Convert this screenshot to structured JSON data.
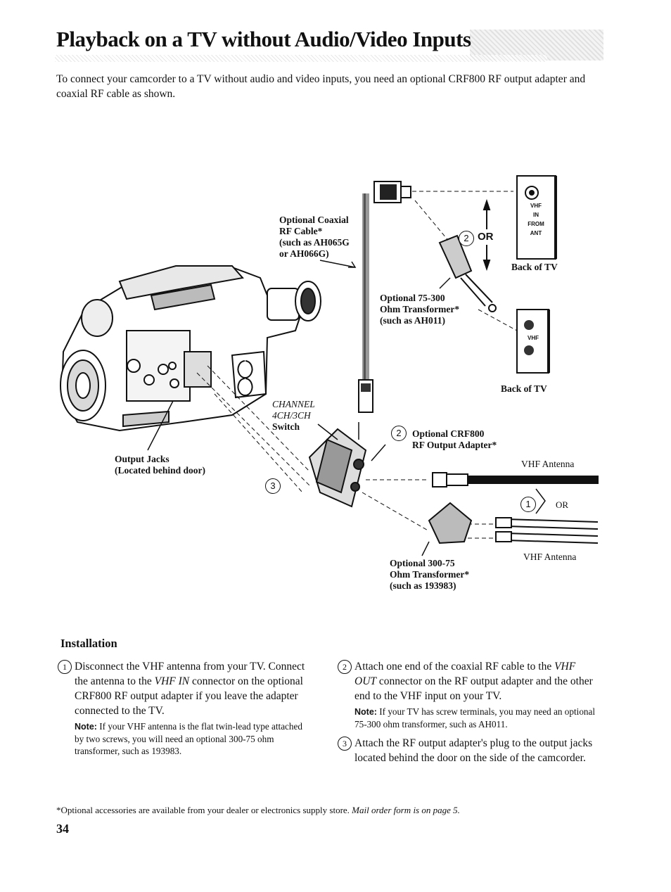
{
  "title": "Playback on a TV without Audio/Video Inputs",
  "intro": "To connect your camcorder to a TV without audio and video inputs, you need an optional CRF800 RF output adapter and coaxial RF cable as shown.",
  "diagram": {
    "coax_cable": [
      "Optional Coaxial",
      "RF Cable*",
      "(such as AH065G",
      "or AH066G)"
    ],
    "tv_terminal_top": [
      "VHF",
      "IN",
      "FROM",
      "ANT"
    ],
    "back_of_tv": "Back of TV",
    "transformer_75_300": [
      "Optional 75-300",
      "Ohm Transformer*",
      "(such as AH011)"
    ],
    "tv_terminal_vhf": "VHF",
    "channel_switch": [
      "CHANNEL",
      "4CH/3CH",
      "Switch"
    ],
    "output_jacks": [
      "Output Jacks",
      "(Located behind door)"
    ],
    "rf_adapter": [
      "Optional CRF800",
      "RF Output Adapter*"
    ],
    "vhf_antenna": "VHF Antenna",
    "or_big": "OR",
    "or_small": "OR",
    "transformer_300_75": [
      "Optional 300-75",
      "Ohm Transformer*",
      "(such as 193983)"
    ],
    "callout_1": "1",
    "callout_2": "2",
    "callout_3": "3"
  },
  "installation": {
    "heading": "Installation",
    "step1_num": "1",
    "step1_a": "Disconnect the VHF antenna from your TV. Connect the antenna to the ",
    "step1_em": "VHF IN",
    "step1_b": " connector on the optional CRF800 RF output adapter if you leave the adapter connected to the TV.",
    "note1_label": "Note:",
    "note1_text": " If your VHF antenna is the flat twin-lead type attached by two screws, you will need an optional 300-75 ohm transformer, such as 193983.",
    "step2_num": "2",
    "step2_a": "Attach one end of the coaxial RF cable to the ",
    "step2_em": "VHF OUT",
    "step2_b": " connector on the RF output adapter and the other end to the VHF input on your TV.",
    "note2_label": "Note:",
    "note2_text": " If your TV has screw terminals, you may need an optional 75-300 ohm transformer, such as AH011.",
    "step3_num": "3",
    "step3_text": "Attach the RF output adapter's plug to the output jacks located behind the door on the side of the camcorder."
  },
  "footnote_main": "*Optional accessories are available from your dealer or electronics supply store. ",
  "footnote_em": "Mail order form is on page 5.",
  "page_number": "34"
}
